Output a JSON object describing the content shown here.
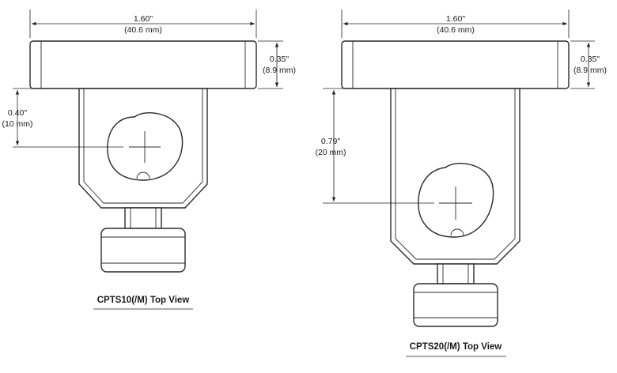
{
  "figures": [
    {
      "caption": "CPTS10(/M) Top View",
      "width_dim": [
        "1.60\"",
        "(40.6 mm)"
      ],
      "thickness_dim": [
        "0.35\"",
        "(8.9 mm)"
      ],
      "offset_dim": [
        "0.40\"",
        "(10 mm)"
      ]
    },
    {
      "caption": "CPTS20(/M) Top View",
      "width_dim": [
        "1.60\"",
        "(40.6 mm)"
      ],
      "thickness_dim": [
        "0.35\"",
        "(8.9 mm)"
      ],
      "offset_dim": [
        "0.79\"",
        "(20 mm)"
      ]
    }
  ],
  "colors": {
    "line": "#2a2a2a",
    "text": "#1a1a1a",
    "background": "#ffffff"
  }
}
